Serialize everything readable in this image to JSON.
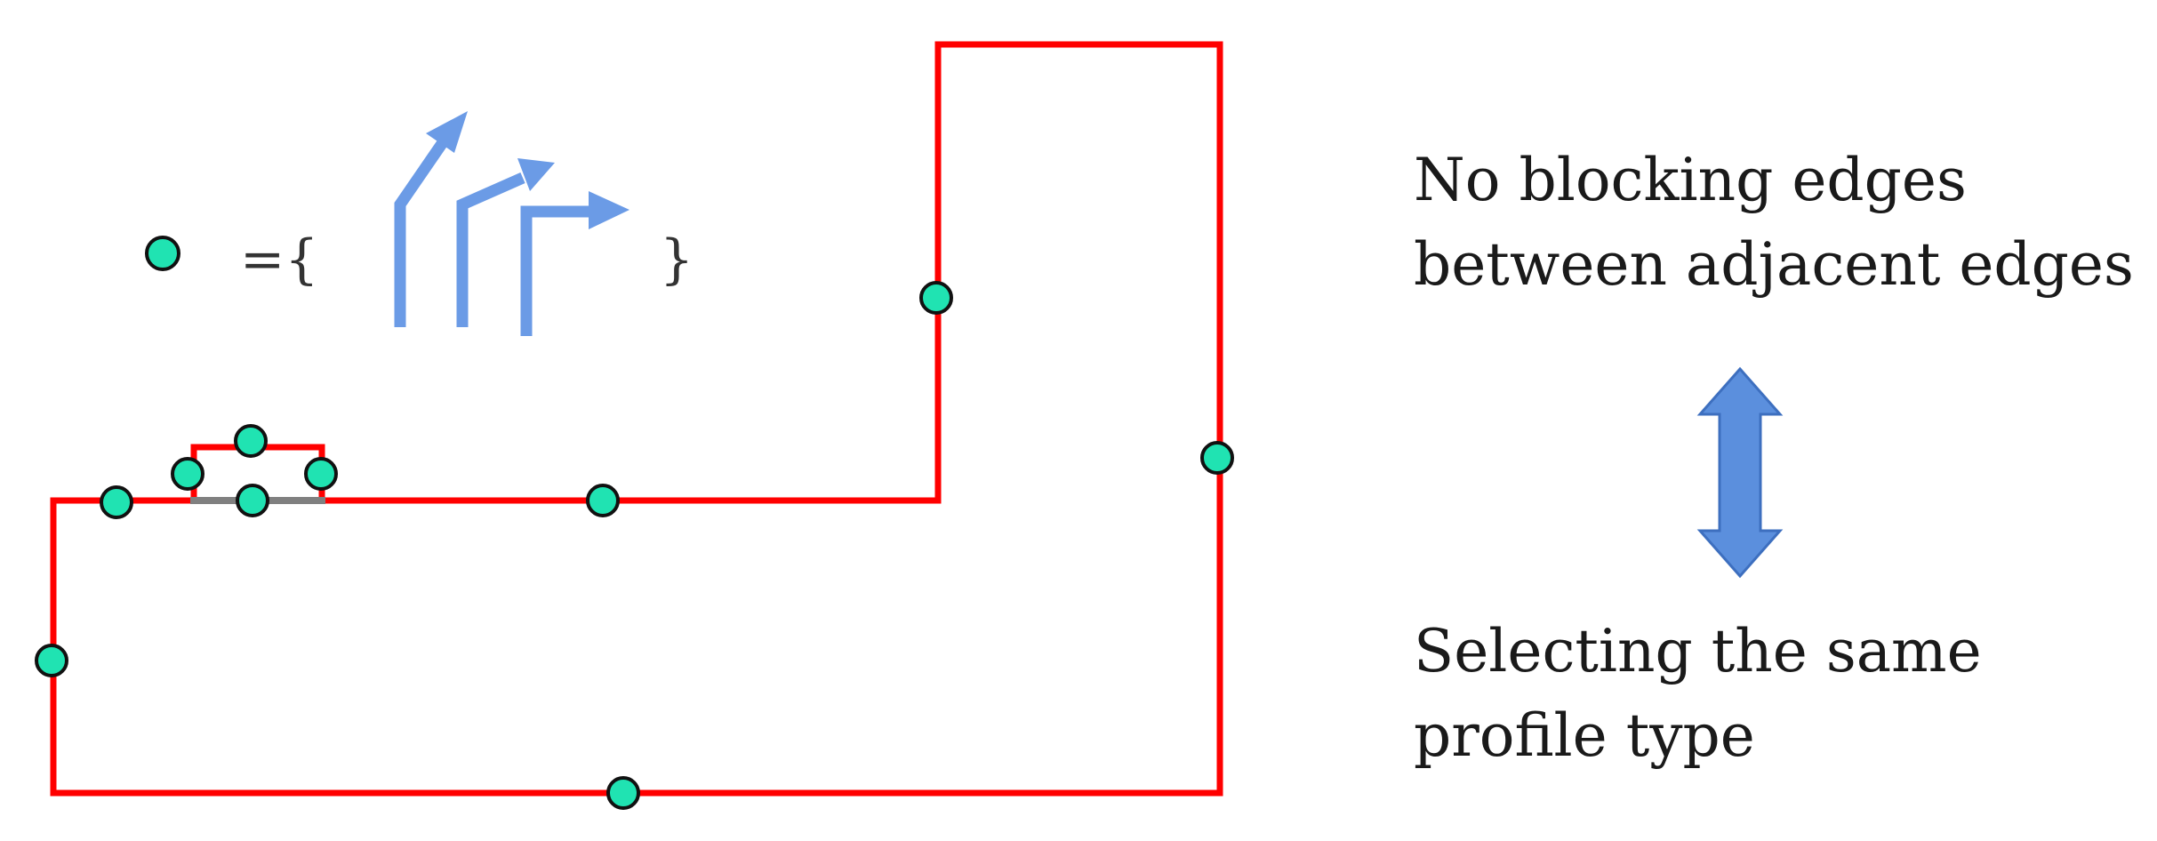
{
  "legend": {
    "equals_brace": "={",
    "close_brace": "}",
    "node_color": "#20e3b2",
    "arrow_color": "#6b9be6"
  },
  "diagram": {
    "edge_color": "#ff0000",
    "shared_edge_color": "#808080"
  },
  "text": {
    "line1": "No blocking edges",
    "line2": "between adjacent edges",
    "line3": "Selecting the same",
    "line4": "profile type"
  },
  "double_arrow": {
    "color": "#5b8fdd"
  }
}
